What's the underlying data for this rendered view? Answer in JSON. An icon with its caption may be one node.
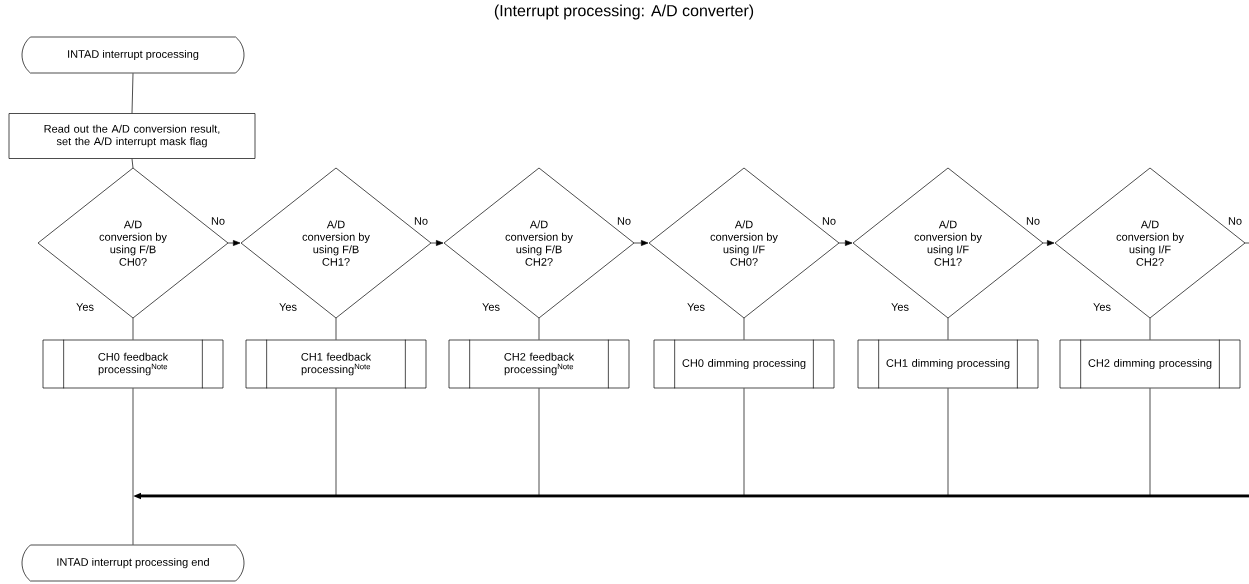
{
  "diagram": {
    "title": "(Interrupt processing:  A/D converter)",
    "nodes": [
      {
        "text": [
          "INTAD interrupt processing"
        ]
      },
      {
        "text": [
          "Read out the A/D conversion result, set the A/D interrupt mask flag"
        ]
      },
      {
        "text": [
          "A/D conversion by using F/B CH0?"
        ]
      },
      {
        "text": [
          "A/D conversion by using F/B CH1?"
        ]
      },
      {
        "text": [
          "A/D conversion by using F/B CH2?"
        ]
      },
      {
        "text": [
          "A/D conversion by using I/F CH0?"
        ]
      },
      {
        "text": [
          "A/D conversion by using I/F CH1?"
        ]
      },
      {
        "text": [
          "A/D conversion by using I/F CH2?"
        ]
      },
      {
        "text": [
          "CH0 feedback processing$^{Note}$"
        ]
      },
      {
        "text": [
          "CH1 feedback processing$^{Note}$"
        ]
      },
      {
        "text": [
          "CH2 feedback processing$^{Note}$"
        ]
      },
      {
        "text": [
          "CH0 dimming processing"
        ]
      },
      {
        "text": [
          "CH1 dimming processing"
        ]
      },
      {
        "text": [
          "CH2 dimming processing"
        ]
      },
      {
        "text": [
          "INTAD interrupt processing end"
        ]
      }
    ],
    "edges": [
      {
        "from": 0,
        "to": 1,
        "arrow": "none"
      },
      {
        "from": 1,
        "to": 2,
        "arrow": "none"
      },
      {
        "from": 2,
        "to": 3,
        "arrow": "to",
        "label": "No"
      },
      {
        "from": 3,
        "to": 4,
        "arrow": "to",
        "label": "No"
      },
      {
        "from": 4,
        "to": 5,
        "arrow": "to",
        "label": "No"
      },
      {
        "from": 5,
        "to": 6,
        "arrow": "to",
        "label": "No"
      },
      {
        "from": 6,
        "to": 7,
        "arrow": "to",
        "label": "No"
      },
      {
        "from": 7,
        "to": null,
        "arrow": "none",
        "label": "No"
      },
      {
        "from": 2,
        "to": 8,
        "arrow": "none",
        "label": "Yes"
      },
      {
        "from": 3,
        "to": 9,
        "arrow": "none",
        "label": "Yes"
      },
      {
        "from": 4,
        "to": 10,
        "arrow": "none",
        "label": "Yes"
      },
      {
        "from": 5,
        "to": 11,
        "arrow": "none",
        "label": "Yes"
      },
      {
        "from": 6,
        "to": 12,
        "arrow": "none",
        "label": "Yes"
      },
      {
        "from": 7,
        "to": 13,
        "arrow": "none",
        "label": "Yes"
      },
      {
        "from": 8,
        "to": 14,
        "arrow": "none"
      },
      {
        "from": 9,
        "to": 14,
        "arrow": "to",
        "style": "thick"
      },
      {
        "from": 10,
        "to": 14,
        "arrow": "to",
        "style": "thick"
      },
      {
        "from": 11,
        "to": 14,
        "arrow": "to",
        "style": "thick"
      },
      {
        "from": 12,
        "to": 14,
        "arrow": "to",
        "style": "thick"
      },
      {
        "from": 13,
        "to": 14,
        "arrow": "to",
        "style": "thick"
      },
      {
        "from": null,
        "to": 14,
        "arrow": "to",
        "style": "thick"
      }
    ]
  }
}
